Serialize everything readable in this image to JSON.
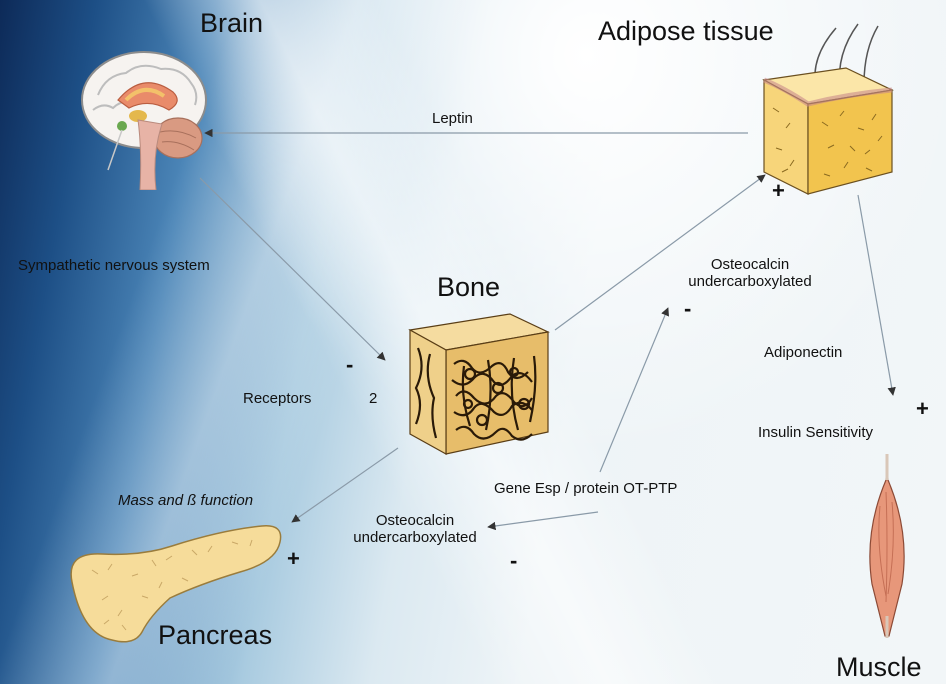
{
  "titles": {
    "brain": "Brain",
    "adipose": "Adipose tissue",
    "bone": "Bone",
    "pancreas": "Pancreas",
    "muscle": "Muscle"
  },
  "labels": {
    "leptin": "Leptin",
    "sympathetic": "Sympathetic nervous system",
    "osteocalcin_top_1": "Osteocalcin",
    "osteocalcin_top_2": "undercarboxylated",
    "adiponectin": "Adiponectin",
    "receptors": "Receptors",
    "receptors_num": "2",
    "insulin_sensitivity": "Insulin Sensitivity",
    "mass_function": "Mass and  ß  function",
    "gene_esp": "Gene Esp / protein OT-PTP",
    "osteocalcin_bottom_1": "Osteocalcin",
    "osteocalcin_bottom_2": "undercarboxylated"
  },
  "signs": {
    "adipose_plus": "+",
    "osteocalcin_minus": "-",
    "receptors_minus": "-",
    "insulin_plus": "+",
    "pancreas_plus": "+",
    "bottom_minus": "-"
  }
}
